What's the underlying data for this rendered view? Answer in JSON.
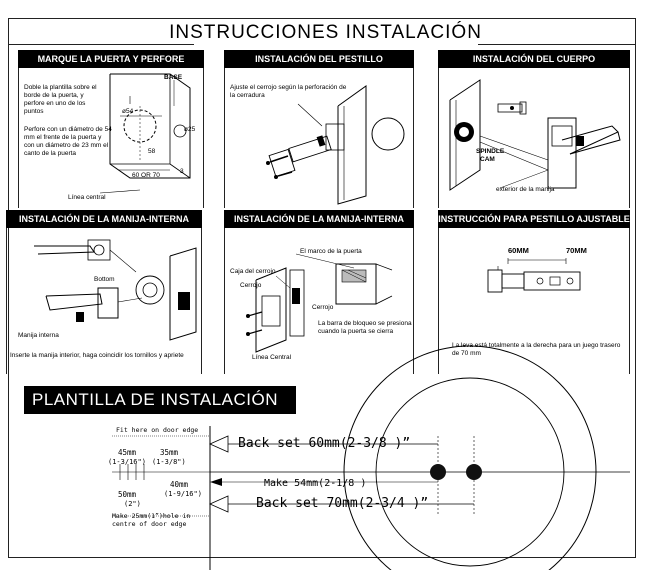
{
  "title": "INSTRUCCIONES INSTALACIÓN",
  "panels": {
    "p1": {
      "header": "MARQUE LA PUERTA Y PERFORE",
      "text1": "Doble la plantilla sobre el borde de la puerta, y perfore en uno de los puntos",
      "text2": "Perfore con un diámetro de 54 mm el frente de la puerta y con un diámetro de 23 mm el canto de la puerta",
      "label_base": "BASE",
      "label_54": "ø54",
      "label_25": "ø25",
      "label_58": "58",
      "label_3": "3",
      "label_60or70": "60 OR 70",
      "label_center": "Línea central"
    },
    "p2": {
      "header": "INSTALACIÓN DEL PESTILLO",
      "text": "Ajuste el cerrojo según la perforación de la cerradura"
    },
    "p3": {
      "header": "INSTALACIÓN DEL CUERPO",
      "label_spindle": "SPINDLE",
      "label_cam": "CAM",
      "label_exterior": "exterior de la manija"
    },
    "p4": {
      "header": "INSTALACIÓN DE LA MANIJA-INTERNA",
      "label_bottom": "Bottom",
      "label_manija": "Manija interna",
      "text": "Inserte la manija interior, haga coincidir los tornillos y apriete"
    },
    "p5": {
      "header": "INSTALACIÓN DE LA MANIJA-INTERNA",
      "label_marco": "El marco de la puerta",
      "label_caja": "Caja del cerrojo",
      "label_cerrojo1": "Cerrojo",
      "label_cerrojo2": "Cerrojo",
      "label_barra": "La barra de bloqueo se presiona cuando la puerta se cierra",
      "label_linea": "Línea Central"
    },
    "p6": {
      "header": "INSTRUCCIÓN PARA PESTILLO AJUSTABLE",
      "label_60": "60MM",
      "label_70": "70MM",
      "text": "La leva está totalmente a la derecha para un juego trasero de 70 mm"
    }
  },
  "template": {
    "title": "PLANTILLA DE INSTALACIÓN",
    "fit_here": "Fit here on door edge",
    "backset60": "Back set 60mm(2-3/8  )”",
    "make54": "Make 54mm(2-1/8  )",
    "backset70": "Back set 70mm(2-3/4  )”",
    "m45": "45mm",
    "m45in": "(1-3/16\")",
    "m35": "35mm",
    "m35in": "(1-3/8\")",
    "m40": "40mm",
    "m40in": "(1-9/16\")",
    "m50": "50mm",
    "m50in": "(2\")",
    "make25": "Make 25mm(1”)hole in centre of door edge"
  }
}
